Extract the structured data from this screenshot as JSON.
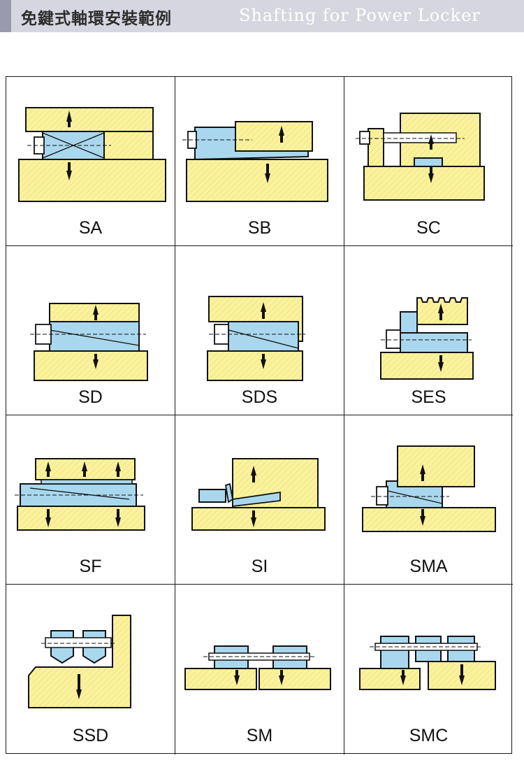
{
  "header": {
    "title_zh": "免鍵式軸環安裝範例",
    "title_en": "Shafting for Power Locker"
  },
  "colors": {
    "part_fill": "#fbf29c",
    "locker_fill": "#a9d8ee",
    "outline": "#111111",
    "header_bg": "#d6d6e0"
  },
  "examples": [
    {
      "label": "SA"
    },
    {
      "label": "SB"
    },
    {
      "label": "SC"
    },
    {
      "label": "SD"
    },
    {
      "label": "SDS"
    },
    {
      "label": "SES"
    },
    {
      "label": "SF"
    },
    {
      "label": "SI"
    },
    {
      "label": "SMA"
    },
    {
      "label": "SSD"
    },
    {
      "label": "SM"
    },
    {
      "label": "SMC"
    }
  ]
}
